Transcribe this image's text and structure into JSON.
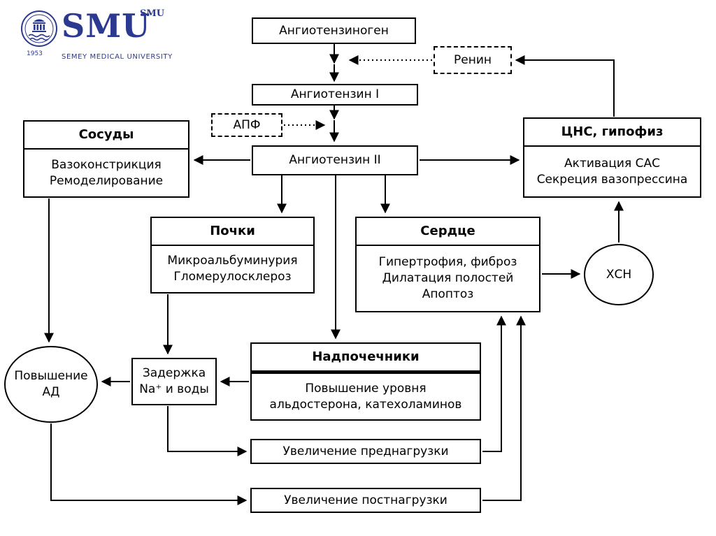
{
  "logo": {
    "small_top": "SMU",
    "name": "SMU",
    "year": "1953",
    "subtitle": "SEMEY MEDICAL UNIVERSITY"
  },
  "colors": {
    "line": "#000000",
    "logo_blue": "#2b3990"
  },
  "nodes": {
    "angiotensinogen": {
      "label": "Ангиотензиноген"
    },
    "renin": {
      "label": "Ренин"
    },
    "angiotensin1": {
      "label": "Ангиотензин I"
    },
    "ace": {
      "label": "АПФ"
    },
    "vessels": {
      "title": "Сосуды",
      "body": "Вазоконстрикция\nРемоделирование"
    },
    "angiotensin2": {
      "label": "Ангиотензин II"
    },
    "cns": {
      "title": "ЦНС, гипофиз",
      "body": "Активация САС\nСекреция вазопрессина"
    },
    "kidneys": {
      "title": "Почки",
      "body": "Микроальбуминурия\nГломерулосклероз"
    },
    "heart": {
      "title": "Сердце",
      "body": "Гипертрофия, фиброз\nДилатация полостей\nАпоптоз"
    },
    "chf": {
      "label": "ХСН"
    },
    "adrenals": {
      "title": "Надпочечники",
      "body": "Повышение уровня\nальдостерона, катехоламинов"
    },
    "retention": {
      "label": "Задержка\nNa⁺ и воды"
    },
    "bp": {
      "label": "Повышение\nАД"
    },
    "preload": {
      "label": "Увеличение преднагрузки"
    },
    "afterload": {
      "label": "Увеличение постнагрузки"
    }
  }
}
